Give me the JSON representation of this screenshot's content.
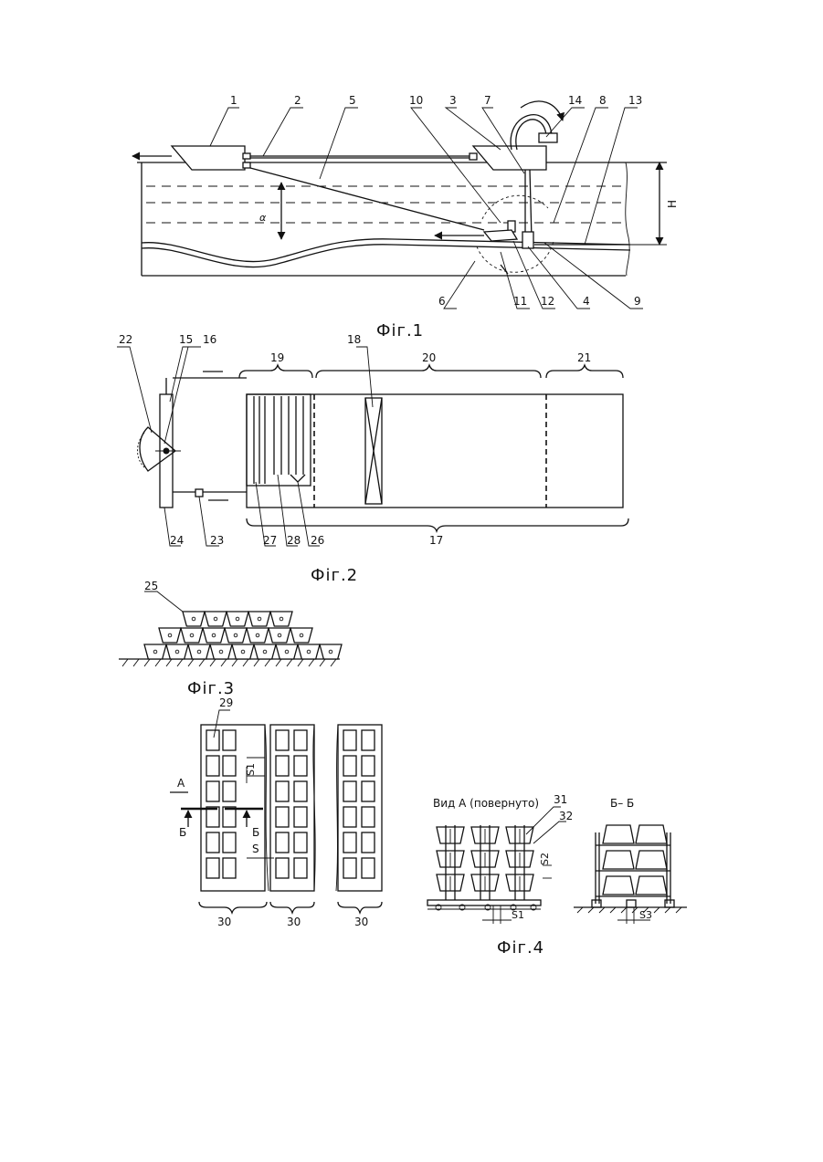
{
  "figures": {
    "fig1": {
      "caption": "Фіг.1",
      "labels": [
        "1",
        "2",
        "5",
        "10",
        "3",
        "7",
        "14",
        "8",
        "13",
        "6",
        "11",
        "12",
        "4",
        "9"
      ],
      "angle_label": "α",
      "depth_label": "H"
    },
    "fig2": {
      "caption": "Фіг.2",
      "labels": [
        "22",
        "15",
        "16",
        "19",
        "18",
        "20",
        "21",
        "24",
        "23",
        "27",
        "28",
        "26",
        "17"
      ]
    },
    "fig3": {
      "caption": "Фіг.3",
      "labels": [
        "25"
      ]
    },
    "fig4": {
      "caption": "Фіг.4",
      "labels": [
        "29",
        "30",
        "30",
        "30",
        "31",
        "32"
      ],
      "section_marker_a": "A",
      "section_marker_b1": "Б",
      "section_marker_b2": "Б",
      "dim_s": "S",
      "dim_s1": "S1",
      "dim_s1b": "S1",
      "dim_s2": "S2",
      "dim_s3": "S3",
      "view_a": "Вид А (повернуто)",
      "section_bb": "Б– Б"
    }
  }
}
